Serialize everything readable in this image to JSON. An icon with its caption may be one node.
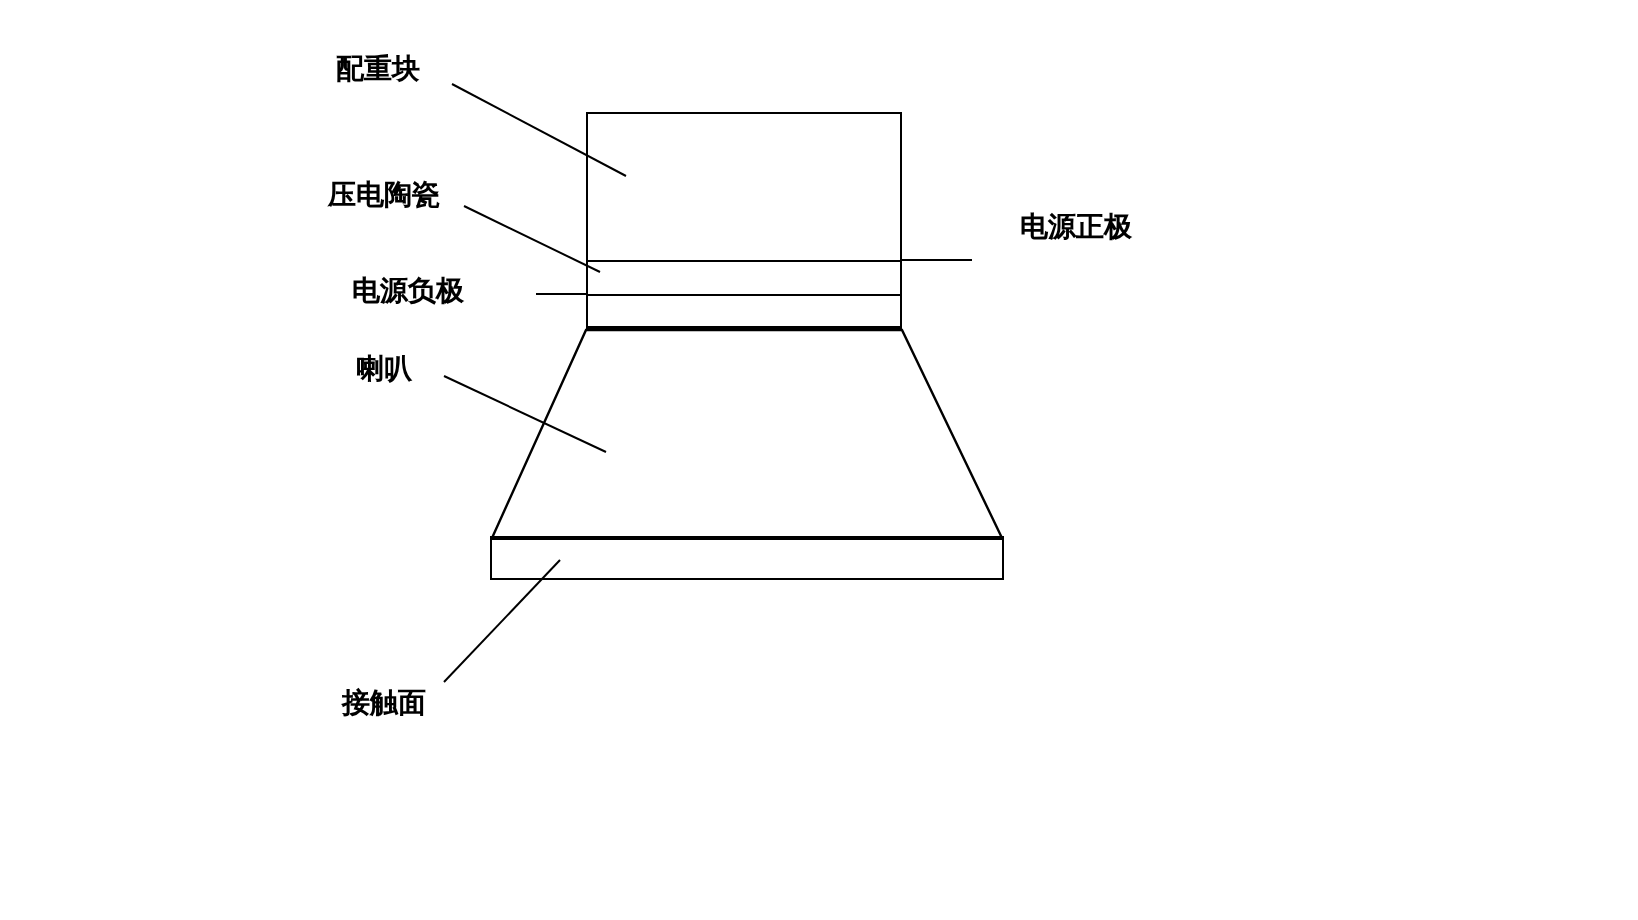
{
  "diagram": {
    "nodes": [
      {
        "text": [
          "配重块"
        ]
      },
      {
        "text": [],
        "shape": "box"
      },
      {
        "text": [
          "压电陶瓷"
        ]
      },
      {
        "text": [],
        "shape": "box"
      },
      {
        "text": [
          "电源正极"
        ]
      },
      {
        "text": [
          "电源负极"
        ]
      },
      {
        "text": [],
        "shape": "box"
      },
      {
        "text": [
          "喇叭"
        ]
      },
      {
        "text": [],
        "shape": "trapezoid"
      },
      {
        "text": [
          "接触面"
        ]
      },
      {
        "text": [],
        "shape": "box"
      }
    ],
    "edges": [
      {
        "from": 0,
        "to": 1,
        "arrow": "none"
      },
      {
        "from": 2,
        "to": 3,
        "arrow": "none"
      },
      {
        "from": 4,
        "to": 3,
        "arrow": "none"
      },
      {
        "from": 5,
        "to": 6,
        "arrow": "none"
      },
      {
        "from": 7,
        "to": 8,
        "arrow": "none"
      },
      {
        "from": 9,
        "to": 10,
        "arrow": "none"
      }
    ]
  }
}
